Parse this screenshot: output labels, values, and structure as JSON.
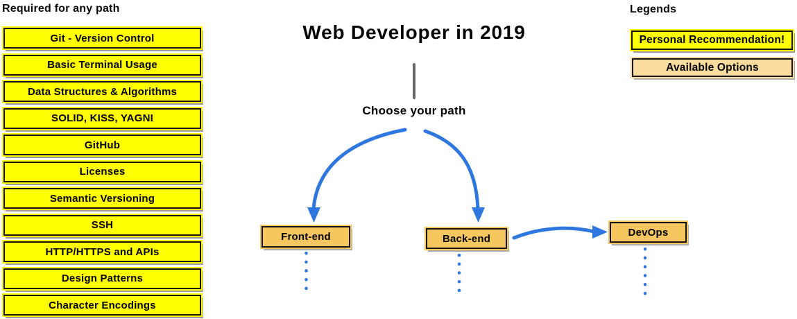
{
  "required_section": {
    "title": "Required for any path",
    "items": [
      "Git - Version Control",
      "Basic Terminal Usage",
      "Data Structures & Algorithms",
      "SOLID, KISS, YAGNI",
      "GitHub",
      "Licenses",
      "Semantic Versioning",
      "SSH",
      "HTTP/HTTPS and APIs",
      "Design Patterns",
      "Character Encodings"
    ]
  },
  "center": {
    "title": "Web Developer in 2019",
    "choose_label": "Choose your path",
    "paths": {
      "frontend": "Front-end",
      "backend": "Back-end",
      "devops": "DevOps"
    }
  },
  "legends": {
    "title": "Legends",
    "personal": "Personal Recommendation!",
    "available": "Available Options"
  },
  "colors": {
    "recommendation_yellow": "#FFFF00",
    "option_tan": "#F6C75F",
    "option_tan_light": "#F9DC9E",
    "arrow_blue": "#2E77DE",
    "connector_gray": "#666666"
  }
}
